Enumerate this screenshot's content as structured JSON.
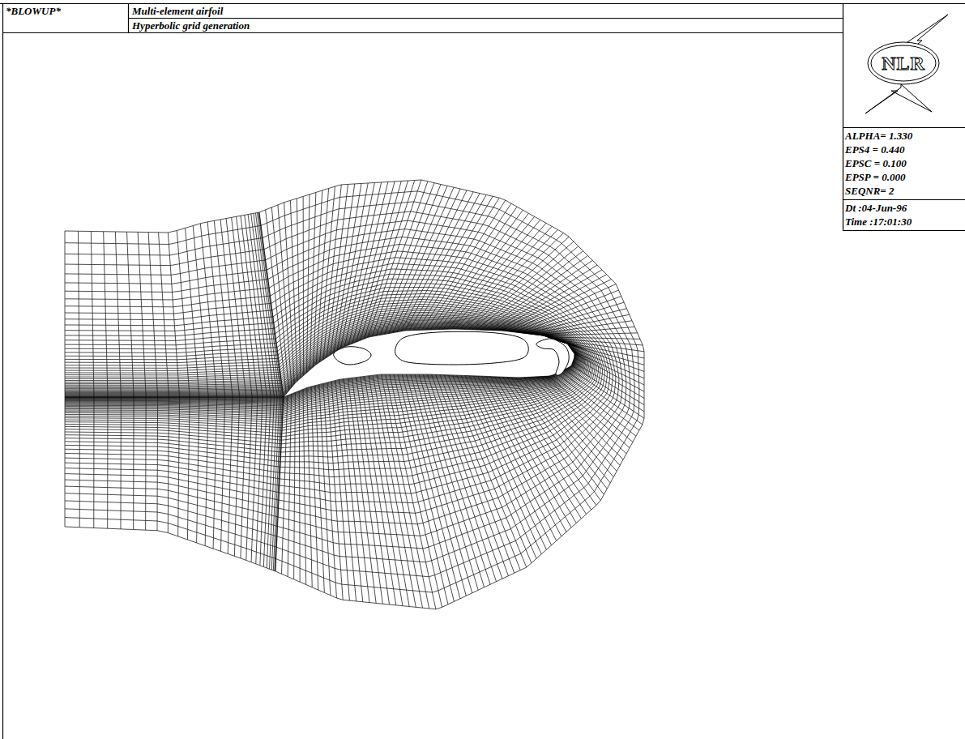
{
  "diagram": {
    "title": "Multi-element airfoil",
    "labels": [
      "*BLOWUP*",
      "Hyperbolic grid generation",
      "NLR",
      "ALPHA= 1.330",
      "EPS4 = 0.440",
      "EPSC = 0.100",
      "EPSP = 0.000",
      "SEQNR= 2",
      "Dt :04-Jun-96",
      "Time :17:01:30"
    ]
  }
}
